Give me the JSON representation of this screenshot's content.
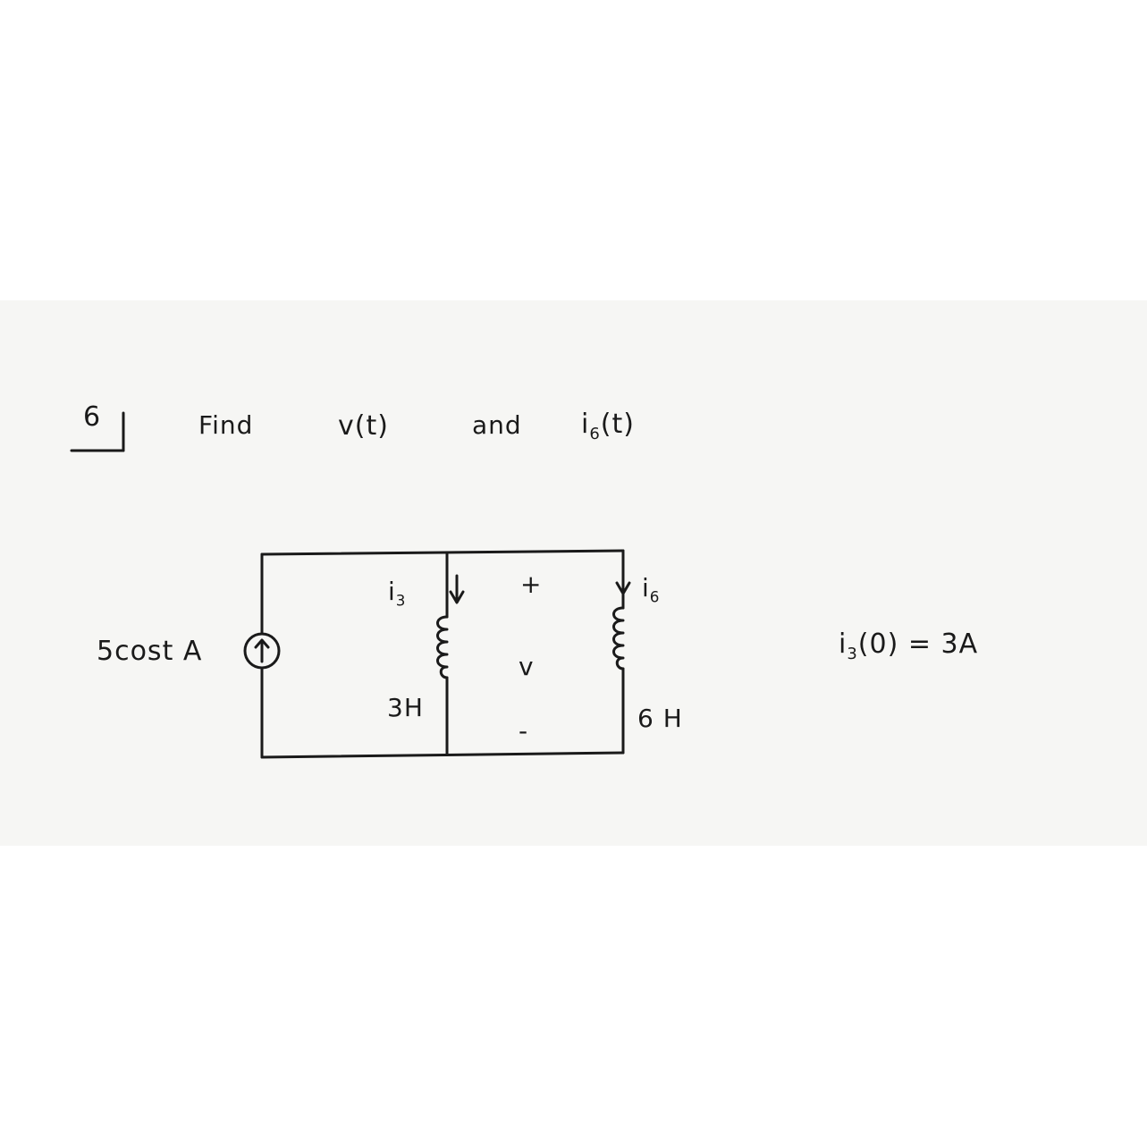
{
  "problem": {
    "number": "6",
    "prompt": {
      "find": "Find",
      "v_t": "v(t)",
      "and": "and",
      "i6_base": "i",
      "i6_sub": "6",
      "i6_arg": "(t)"
    }
  },
  "circuit": {
    "source": {
      "label": "5cost A",
      "icon": "arrow-up-icon"
    },
    "inductor_3h": {
      "current_base": "i",
      "current_sub": "3",
      "value": "3H"
    },
    "inductor_6h": {
      "current_base": "i",
      "current_sub": "6",
      "value": "6 H"
    },
    "voltage": {
      "plus": "+",
      "name": "v",
      "minus": "-"
    }
  },
  "initial_condition": {
    "base": "i",
    "sub": "3",
    "rest": "(0) = 3A"
  },
  "colors": {
    "ink": "#1a1a1a",
    "paper": "#f6f6f4",
    "background": "#ffffff"
  }
}
